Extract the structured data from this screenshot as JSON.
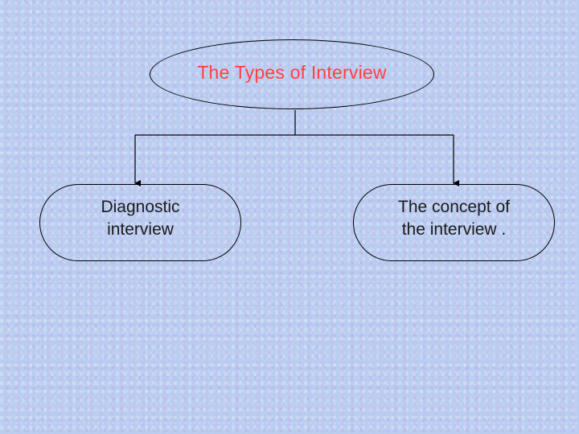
{
  "diagram": {
    "root": {
      "label": "The Types of Interview"
    },
    "children": [
      {
        "line1": "Diagnostic",
        "line2": "interview"
      },
      {
        "line1": "The concept of",
        "line2": "the interview  ."
      }
    ]
  },
  "colors": {
    "root_text": "#ff4040",
    "child_text": "#1a1a1a",
    "background": "#b9cdf0",
    "lines": "#000000"
  }
}
